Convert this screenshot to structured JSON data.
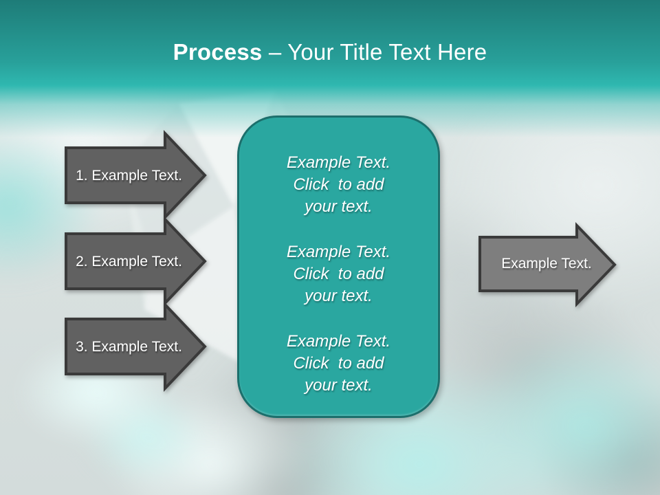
{
  "slide": {
    "title": {
      "bold": "Process",
      "regular": " – Your Title Text Here"
    },
    "left_arrows": [
      {
        "label": "1. Example Text."
      },
      {
        "label": "2. Example Text."
      },
      {
        "label": "3. Example Text."
      }
    ],
    "center_box": {
      "blocks": [
        {
          "lines": [
            "Example Text.",
            "Click  to add",
            "your text."
          ]
        },
        {
          "lines": [
            "Example Text.",
            "Click  to add",
            "your text."
          ]
        },
        {
          "lines": [
            "Example Text.",
            "Click  to add",
            "your text."
          ]
        }
      ]
    },
    "right_arrow": {
      "label": "Example Text."
    }
  },
  "colors": {
    "header_top": "#1e7c78",
    "header_bottom": "#2fb8b0",
    "box_fill": "#2aa7a0",
    "box_border": "#1c6f6c",
    "left_arrow_fill": "#616161",
    "right_arrow_fill": "#7e7e7e",
    "arrow_stroke": "#3a3a3a",
    "title_text": "#ffffff",
    "body_text": "#ffffff"
  }
}
